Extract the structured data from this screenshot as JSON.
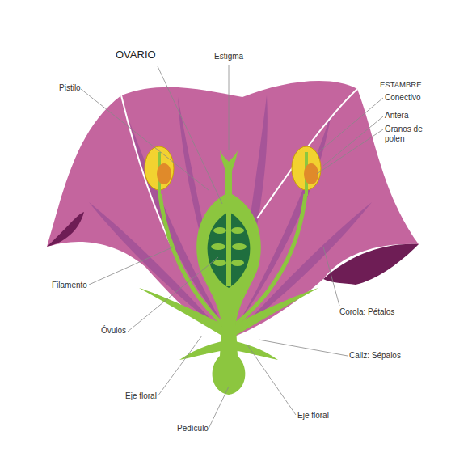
{
  "diagram": {
    "labels": [
      "OVARIO",
      "Estigma",
      "Pistilo",
      "ESTAMBRE",
      "Conectivo",
      "Antera",
      "Granos de polen",
      "Filamento",
      "Óvulos",
      "Corola: Pétalos",
      "Caliz: Sépalos",
      "Eje floral",
      "Eje floral",
      "Pedículo"
    ]
  }
}
